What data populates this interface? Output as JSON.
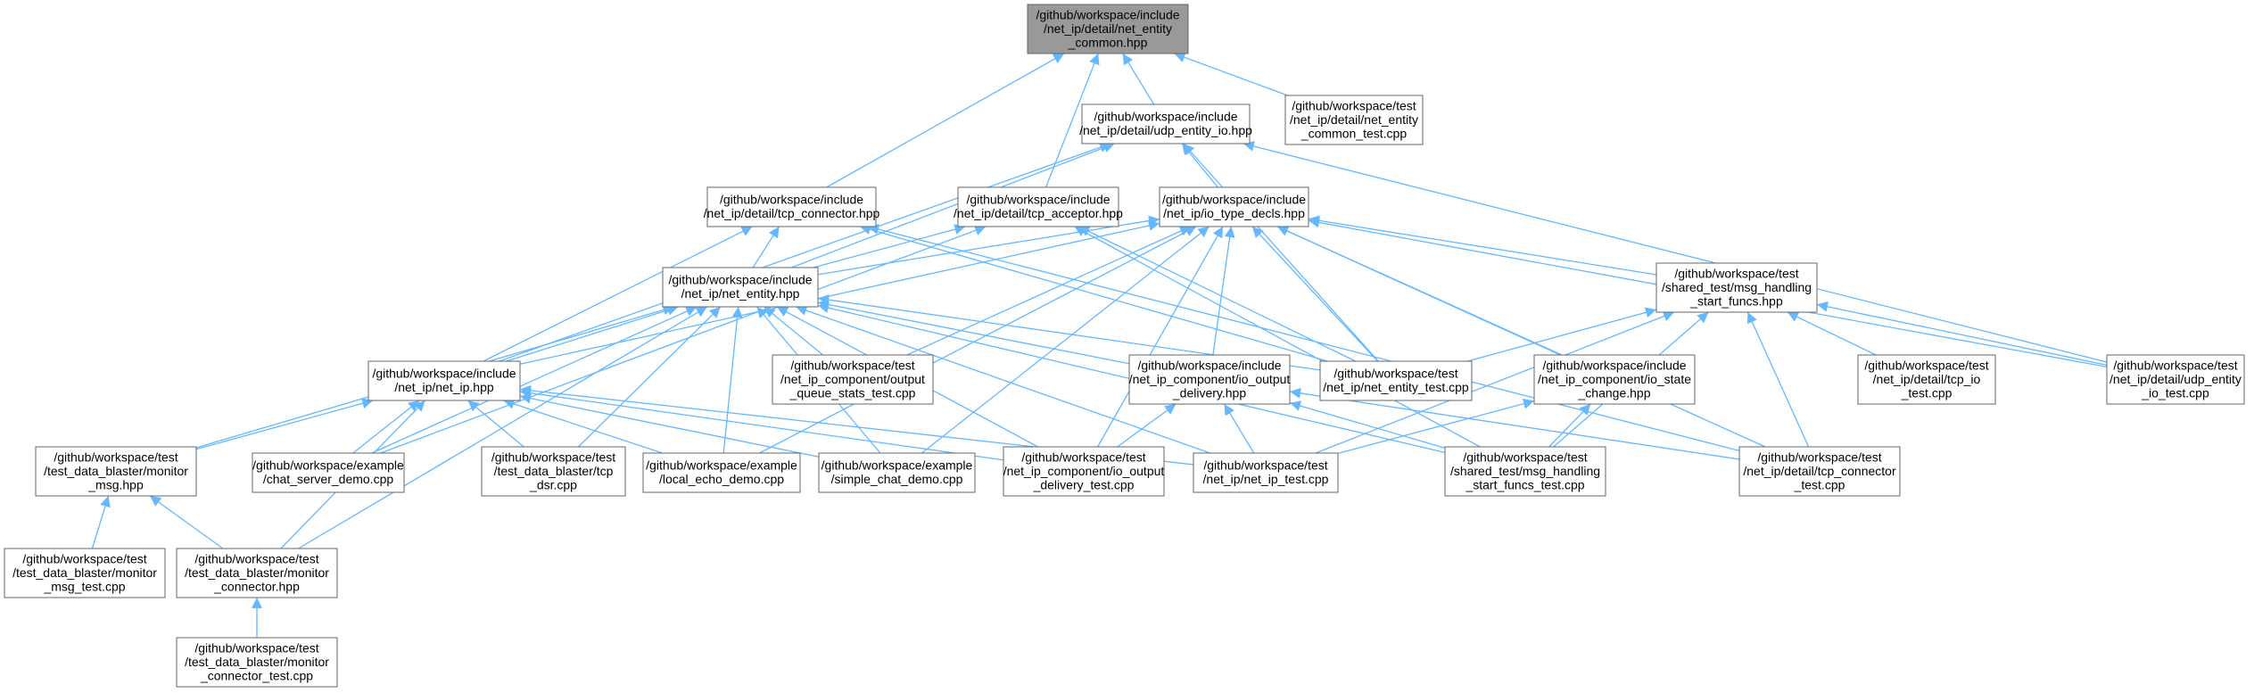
{
  "colors": {
    "edge": "#63b8ff",
    "node_border": "#666666",
    "node_fill": "#ffffff",
    "root_fill": "#999999"
  },
  "nodes": [
    {
      "id": "net_entity_common",
      "root": true,
      "lines": [
        "/github/workspace/include",
        "/net_ip/detail/net_entity",
        "_common.hpp"
      ]
    },
    {
      "id": "udp_entity_io",
      "lines": [
        "/github/workspace/include",
        "/net_ip/detail/udp_entity_io.hpp"
      ]
    },
    {
      "id": "net_entity_common_test",
      "lines": [
        "/github/workspace/test",
        "/net_ip/detail/net_entity",
        "_common_test.cpp"
      ]
    },
    {
      "id": "tcp_connector_hpp",
      "lines": [
        "/github/workspace/include",
        "/net_ip/detail/tcp_connector.hpp"
      ]
    },
    {
      "id": "tcp_acceptor_hpp",
      "lines": [
        "/github/workspace/include",
        "/net_ip/detail/tcp_acceptor.hpp"
      ]
    },
    {
      "id": "io_type_decls",
      "lines": [
        "/github/workspace/include",
        "/net_ip/io_type_decls.hpp"
      ]
    },
    {
      "id": "net_entity_hpp",
      "lines": [
        "/github/workspace/include",
        "/net_ip/net_entity.hpp"
      ]
    },
    {
      "id": "msg_handling_start_funcs",
      "lines": [
        "/github/workspace/test",
        "/shared_test/msg_handling",
        "_start_funcs.hpp"
      ]
    },
    {
      "id": "net_ip_hpp",
      "lines": [
        "/github/workspace/include",
        "/net_ip/net_ip.hpp"
      ]
    },
    {
      "id": "output_queue_stats_test",
      "lines": [
        "/github/workspace/test",
        "/net_ip_component/output",
        "_queue_stats_test.cpp"
      ]
    },
    {
      "id": "io_output_delivery_hpp",
      "lines": [
        "/github/workspace/include",
        "/net_ip_component/io_output",
        "_delivery.hpp"
      ]
    },
    {
      "id": "net_entity_test",
      "lines": [
        "/github/workspace/test",
        "/net_ip/net_entity_test.cpp"
      ]
    },
    {
      "id": "io_state_change_hpp",
      "lines": [
        "/github/workspace/include",
        "/net_ip_component/io_state",
        "_change.hpp"
      ]
    },
    {
      "id": "tcp_io_test",
      "lines": [
        "/github/workspace/test",
        "/net_ip/detail/tcp_io",
        "_test.cpp"
      ]
    },
    {
      "id": "udp_entity_io_test",
      "lines": [
        "/github/workspace/test",
        "/net_ip/detail/udp_entity",
        "_io_test.cpp"
      ]
    },
    {
      "id": "monitor_msg_hpp",
      "lines": [
        "/github/workspace/test",
        "/test_data_blaster/monitor",
        "_msg.hpp"
      ]
    },
    {
      "id": "chat_server_demo",
      "lines": [
        "/github/workspace/example",
        "/chat_server_demo.cpp"
      ]
    },
    {
      "id": "tcp_dsr",
      "lines": [
        "/github/workspace/test",
        "/test_data_blaster/tcp",
        "_dsr.cpp"
      ]
    },
    {
      "id": "local_echo_demo",
      "lines": [
        "/github/workspace/example",
        "/local_echo_demo.cpp"
      ]
    },
    {
      "id": "simple_chat_demo",
      "lines": [
        "/github/workspace/example",
        "/simple_chat_demo.cpp"
      ]
    },
    {
      "id": "io_output_delivery_test",
      "lines": [
        "/github/workspace/test",
        "/net_ip_component/io_output",
        "_delivery_test.cpp"
      ]
    },
    {
      "id": "net_ip_test",
      "lines": [
        "/github/workspace/test",
        "/net_ip/net_ip_test.cpp"
      ]
    },
    {
      "id": "msg_handling_start_funcs_test",
      "lines": [
        "/github/workspace/test",
        "/shared_test/msg_handling",
        "_start_funcs_test.cpp"
      ]
    },
    {
      "id": "tcp_connector_test",
      "lines": [
        "/github/workspace/test",
        "/net_ip/detail/tcp_connector",
        "_test.cpp"
      ]
    },
    {
      "id": "monitor_msg_test",
      "lines": [
        "/github/workspace/test",
        "/test_data_blaster/monitor",
        "_msg_test.cpp"
      ]
    },
    {
      "id": "monitor_connector_hpp",
      "lines": [
        "/github/workspace/test",
        "/test_data_blaster/monitor",
        "_connector.hpp"
      ]
    },
    {
      "id": "monitor_connector_test",
      "lines": [
        "/github/workspace/test",
        "/test_data_blaster/monitor",
        "_connector_test.cpp"
      ]
    }
  ],
  "edges": [
    [
      "udp_entity_io",
      "net_entity_common"
    ],
    [
      "net_entity_common_test",
      "net_entity_common"
    ],
    [
      "tcp_connector_hpp",
      "net_entity_common"
    ],
    [
      "tcp_acceptor_hpp",
      "net_entity_common"
    ],
    [
      "io_type_decls",
      "udp_entity_io"
    ],
    [
      "net_entity_hpp",
      "udp_entity_io"
    ],
    [
      "net_ip_hpp",
      "udp_entity_io"
    ],
    [
      "net_entity_test",
      "udp_entity_io"
    ],
    [
      "udp_entity_io_test",
      "udp_entity_io"
    ],
    [
      "net_entity_hpp",
      "tcp_connector_hpp"
    ],
    [
      "net_ip_hpp",
      "tcp_connector_hpp"
    ],
    [
      "net_entity_test",
      "tcp_connector_hpp"
    ],
    [
      "tcp_connector_test",
      "tcp_connector_hpp"
    ],
    [
      "net_entity_hpp",
      "tcp_acceptor_hpp"
    ],
    [
      "chat_server_demo",
      "tcp_acceptor_hpp"
    ],
    [
      "net_entity_test",
      "tcp_acceptor_hpp"
    ],
    [
      "msg_handling_start_funcs_test",
      "tcp_acceptor_hpp"
    ],
    [
      "net_entity_hpp",
      "io_type_decls"
    ],
    [
      "net_ip_hpp",
      "io_type_decls"
    ],
    [
      "msg_handling_start_funcs",
      "io_type_decls"
    ],
    [
      "output_queue_stats_test",
      "io_type_decls"
    ],
    [
      "io_output_delivery_hpp",
      "io_type_decls"
    ],
    [
      "net_entity_test",
      "io_type_decls"
    ],
    [
      "io_state_change_hpp",
      "io_type_decls"
    ],
    [
      "local_echo_demo",
      "io_type_decls"
    ],
    [
      "simple_chat_demo",
      "io_type_decls"
    ],
    [
      "io_output_delivery_test",
      "io_type_decls"
    ],
    [
      "udp_entity_io_test",
      "io_type_decls"
    ],
    [
      "tcp_connector_test",
      "io_type_decls"
    ],
    [
      "net_ip_hpp",
      "net_entity_hpp"
    ],
    [
      "output_queue_stats_test",
      "net_entity_hpp"
    ],
    [
      "io_output_delivery_hpp",
      "net_entity_hpp"
    ],
    [
      "net_entity_test",
      "net_entity_hpp"
    ],
    [
      "monitor_msg_hpp",
      "net_entity_hpp"
    ],
    [
      "chat_server_demo",
      "net_entity_hpp"
    ],
    [
      "tcp_dsr",
      "net_entity_hpp"
    ],
    [
      "local_echo_demo",
      "net_entity_hpp"
    ],
    [
      "simple_chat_demo",
      "net_entity_hpp"
    ],
    [
      "io_output_delivery_test",
      "net_entity_hpp"
    ],
    [
      "net_ip_test",
      "net_entity_hpp"
    ],
    [
      "msg_handling_start_funcs_test",
      "net_entity_hpp"
    ],
    [
      "monitor_connector_hpp",
      "net_entity_hpp"
    ],
    [
      "net_entity_test",
      "msg_handling_start_funcs"
    ],
    [
      "net_ip_test",
      "msg_handling_start_funcs"
    ],
    [
      "msg_handling_start_funcs_test",
      "msg_handling_start_funcs"
    ],
    [
      "tcp_io_test",
      "msg_handling_start_funcs"
    ],
    [
      "udp_entity_io_test",
      "msg_handling_start_funcs"
    ],
    [
      "tcp_connector_test",
      "msg_handling_start_funcs"
    ],
    [
      "monitor_msg_hpp",
      "net_ip_hpp"
    ],
    [
      "chat_server_demo",
      "net_ip_hpp"
    ],
    [
      "tcp_dsr",
      "net_ip_hpp"
    ],
    [
      "local_echo_demo",
      "net_ip_hpp"
    ],
    [
      "simple_chat_demo",
      "net_ip_hpp"
    ],
    [
      "io_output_delivery_test",
      "net_ip_hpp"
    ],
    [
      "net_ip_test",
      "net_ip_hpp"
    ],
    [
      "monitor_connector_hpp",
      "net_ip_hpp"
    ],
    [
      "io_output_delivery_test",
      "io_output_delivery_hpp"
    ],
    [
      "net_ip_test",
      "io_output_delivery_hpp"
    ],
    [
      "msg_handling_start_funcs_test",
      "io_output_delivery_hpp"
    ],
    [
      "tcp_connector_test",
      "io_output_delivery_hpp"
    ],
    [
      "net_ip_test",
      "io_state_change_hpp"
    ],
    [
      "msg_handling_start_funcs_test",
      "io_state_change_hpp"
    ],
    [
      "monitor_msg_test",
      "monitor_msg_hpp"
    ],
    [
      "monitor_connector_hpp",
      "monitor_msg_hpp"
    ],
    [
      "monitor_connector_test",
      "monitor_connector_hpp"
    ]
  ]
}
